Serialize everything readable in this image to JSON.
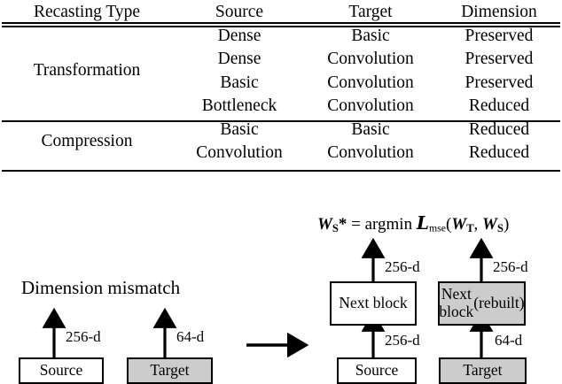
{
  "table": {
    "headers": [
      "Recasting Type",
      "Source",
      "Target",
      "Dimension"
    ],
    "groups": [
      {
        "label": "Transformation",
        "rows": [
          {
            "source": "Dense",
            "target": "Basic",
            "dimension": "Preserved"
          },
          {
            "source": "Dense",
            "target": "Convolution",
            "dimension": "Preserved"
          },
          {
            "source": "Basic",
            "target": "Convolution",
            "dimension": "Preserved"
          },
          {
            "source": "Bottleneck",
            "target": "Convolution",
            "dimension": "Reduced"
          }
        ]
      },
      {
        "label": "Compression",
        "rows": [
          {
            "source": "Basic",
            "target": "Basic",
            "dimension": "Reduced"
          },
          {
            "source": "Convolution",
            "target": "Convolution",
            "dimension": "Reduced"
          }
        ]
      }
    ]
  },
  "diagram": {
    "caption_left": "Dimension mismatch",
    "formula": {
      "lhs_var": "W",
      "lhs_sub": "S",
      "star": "*",
      "equals": "=",
      "argmin": "argmin",
      "loss_symbol": "L",
      "loss_sub": "mse",
      "open_paren": "(",
      "arg1_var": "W",
      "arg1_sub": "T",
      "comma": ",",
      "arg2_var": "W",
      "arg2_sub": "S",
      "close_paren": ")",
      "plain": "Ws* = argmin Lmse(WT, WS)"
    },
    "left": {
      "source_box": "Source",
      "target_box": "Target",
      "source_out_dim": "256-d",
      "target_out_dim": "64-d"
    },
    "transition_arrow": "right-arrow",
    "right": {
      "source_box": "Source",
      "target_box": "Target",
      "source_next_block": "Next block",
      "target_next_block_line1": "Next block",
      "target_next_block_line2": "(rebuilt)",
      "source_in_dim": "256-d",
      "target_in_dim": "64-d",
      "source_out_dim": "256-d",
      "target_out_dim": "256-d"
    }
  },
  "colors": {
    "gray_fill": "#cccccc",
    "stroke": "#000000",
    "background": "#ffffff"
  }
}
